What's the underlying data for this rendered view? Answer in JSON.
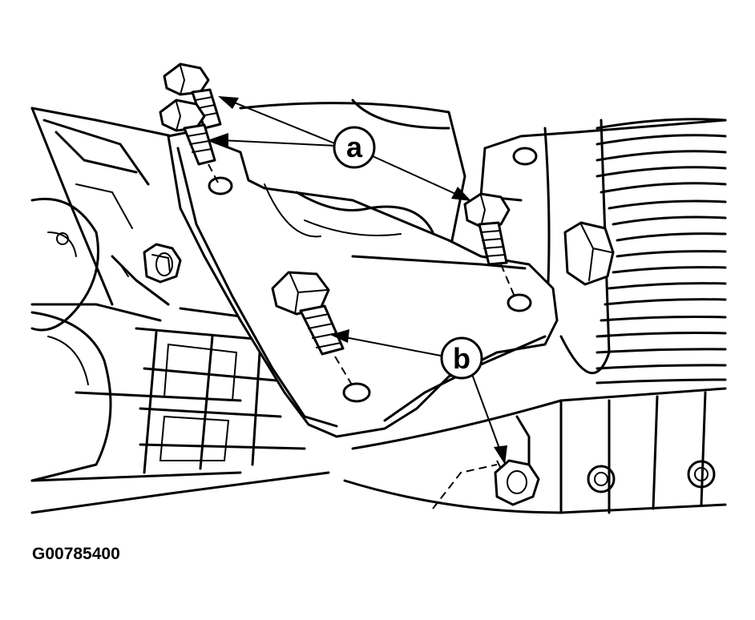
{
  "figure_id": "G00785400",
  "callouts": [
    {
      "id": "a",
      "label": "a"
    },
    {
      "id": "b",
      "label": "b"
    }
  ],
  "colors": {
    "line": "#000000",
    "background": "#ffffff"
  }
}
